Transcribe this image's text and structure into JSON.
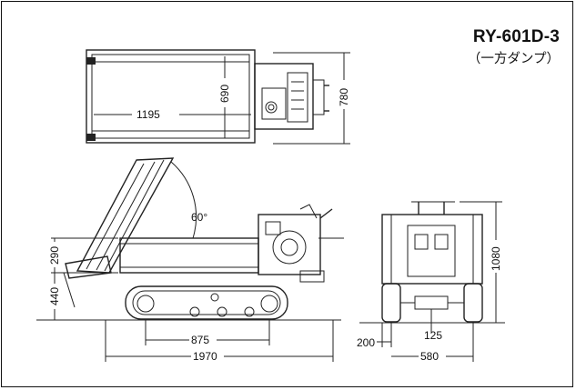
{
  "model": {
    "name": "RY-601D-3",
    "subtitle": "（一方ダンプ）"
  },
  "dimensions": {
    "top_length": "1195",
    "top_inner_width": "690",
    "top_outer_width": "780",
    "dump_angle": "60°",
    "bed_height": "290",
    "ground_to_bed": "440",
    "track_length": "875",
    "overall_length": "1970",
    "rear_height": "1080",
    "rear_offset": "200",
    "ground_clearance": "125",
    "track_width": "580"
  }
}
